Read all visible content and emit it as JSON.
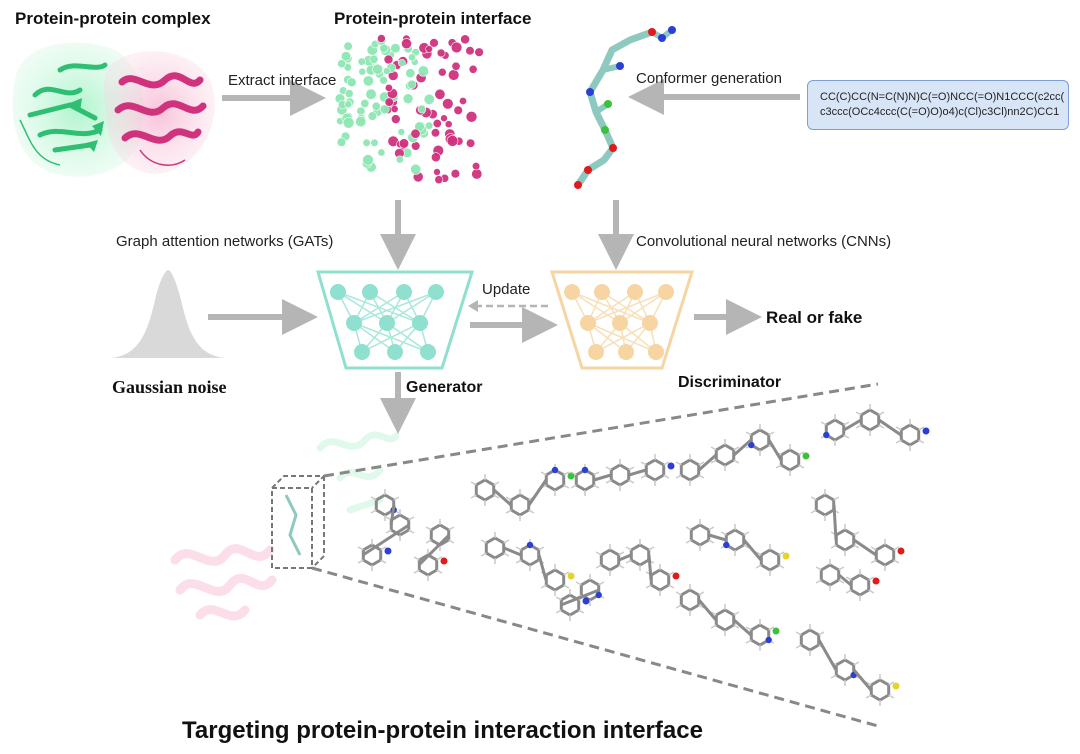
{
  "labels": {
    "complex": "Protein-protein complex",
    "interface": "Protein-protein interface",
    "extract": "Extract interface",
    "conformer": "Conformer generation",
    "smiles_line1": "CC(C)CC(N=C(N)N)C(=O)NCC(=O)N1CCC(c2cc(",
    "smiles_line2": "c3ccc(OCc4ccc(C(=O)O)o4)c(Cl)c3Cl)nn2C)CC1",
    "gat": "Graph attention networks (GATs)",
    "cnn": "Convolutional neural networks (CNNs)",
    "update": "Update",
    "real_fake": "Real or fake",
    "noise": "Gaussian noise",
    "generator": "Generator",
    "discriminator": "Discriminator",
    "bottom_title": "Targeting protein-protein interaction interface"
  },
  "colors": {
    "generator": "#8fe0cf",
    "discriminator": "#f6d5a3",
    "arrow": "#b5b5b5",
    "magenta": "#d0327e",
    "green": "#5fd49a",
    "teal_ligand": "#8ec9bf",
    "smiles_bg": "#d7e5f7",
    "carbon": "#8a8a8a",
    "nitrogen": "#2b3fd6",
    "oxygen": "#e01b1b",
    "chlorine": "#39c23a",
    "sulfur": "#e8d22a"
  }
}
